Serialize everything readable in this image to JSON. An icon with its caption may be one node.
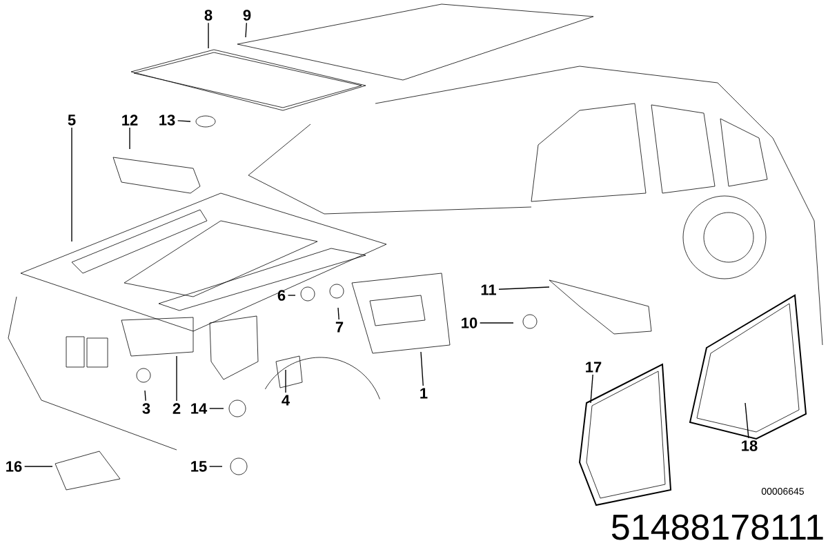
{
  "diagram": {
    "nodes": [
      {
        "text": [
          "1"
        ]
      },
      {
        "text": [
          "2"
        ]
      },
      {
        "text": [
          "3"
        ]
      },
      {
        "text": [
          "4"
        ]
      },
      {
        "text": [
          "5"
        ]
      },
      {
        "text": [
          "6"
        ]
      },
      {
        "text": [
          "7"
        ]
      },
      {
        "text": [
          "8"
        ]
      },
      {
        "text": [
          "9"
        ]
      },
      {
        "text": [
          "10"
        ]
      },
      {
        "text": [
          "11"
        ]
      },
      {
        "text": [
          "12"
        ]
      },
      {
        "text": [
          "13"
        ]
      },
      {
        "text": [
          "14"
        ]
      },
      {
        "text": [
          "15"
        ]
      },
      {
        "text": [
          "16"
        ]
      },
      {
        "text": [
          "17"
        ]
      },
      {
        "text": [
          "18"
        ]
      }
    ],
    "edges": [
      {
        "from": 0,
        "to": null,
        "arrow": "none"
      },
      {
        "from": 1,
        "to": null,
        "arrow": "none"
      },
      {
        "from": 2,
        "to": null,
        "arrow": "none"
      },
      {
        "from": 3,
        "to": null,
        "arrow": "none"
      },
      {
        "from": 4,
        "to": null,
        "arrow": "none"
      },
      {
        "from": 5,
        "to": null,
        "arrow": "none"
      },
      {
        "from": 6,
        "to": null,
        "arrow": "none"
      },
      {
        "from": 7,
        "to": null,
        "arrow": "none"
      },
      {
        "from": 8,
        "to": null,
        "arrow": "none"
      },
      {
        "from": 9,
        "to": null,
        "arrow": "none"
      },
      {
        "from": 10,
        "to": null,
        "arrow": "none"
      },
      {
        "from": 11,
        "to": null,
        "arrow": "none"
      },
      {
        "from": 12,
        "to": null,
        "arrow": "none"
      },
      {
        "from": 13,
        "to": null,
        "arrow": "none"
      },
      {
        "from": 14,
        "to": null,
        "arrow": "none"
      },
      {
        "from": 15,
        "to": null,
        "arrow": "none"
      },
      {
        "from": 16,
        "to": null,
        "arrow": "none"
      },
      {
        "from": 17,
        "to": null,
        "arrow": "none"
      }
    ],
    "labels": [
      "00006645",
      "51488178111"
    ]
  }
}
